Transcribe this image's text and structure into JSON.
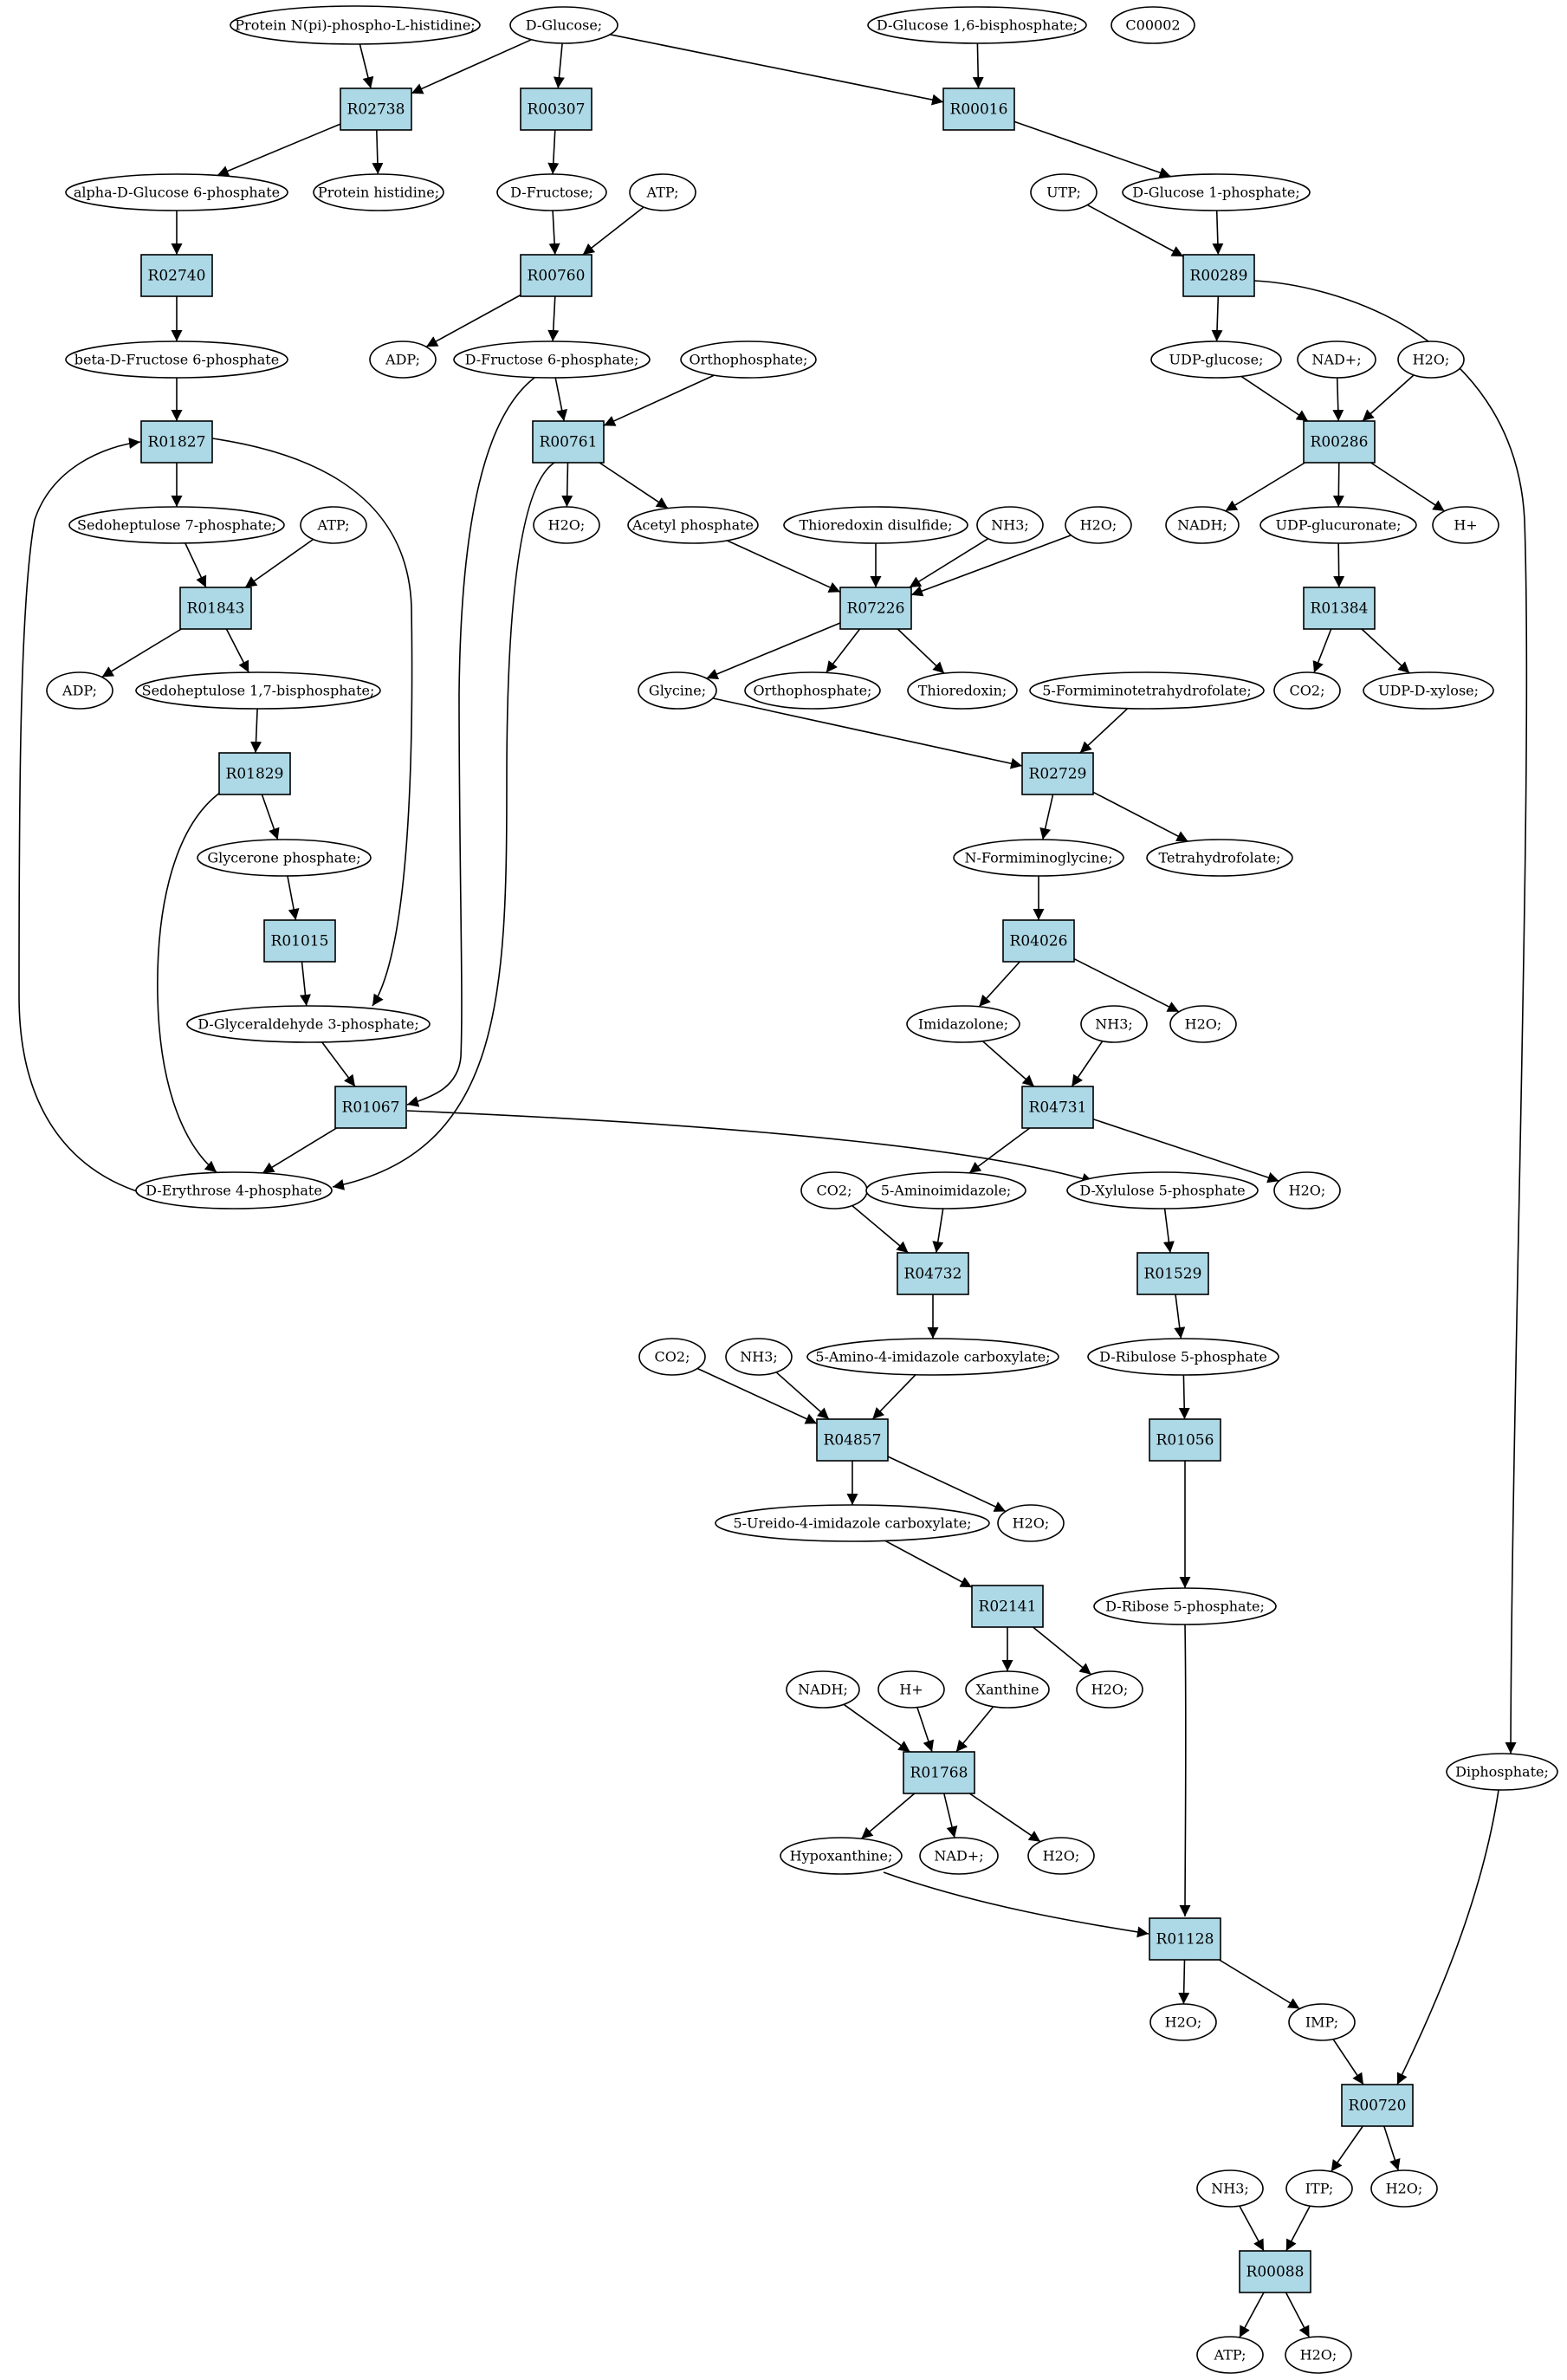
{
  "diagram": {
    "compound_color": "#ffffff",
    "reaction_color": "#add8e6",
    "start_color": "#00ee00",
    "target_color": "#ffff00",
    "compounds": [
      {
        "id": "c_pnph",
        "label": "Protein N(pi)-phospho-L-histidine;"
      },
      {
        "id": "c_glc",
        "label": "D-Glucose;",
        "color": "#00ee00"
      },
      {
        "id": "c_g16bp",
        "label": "D-Glucose 1,6-bisphosphate;"
      },
      {
        "id": "c_c00002",
        "label": "C00002",
        "color": "#ffff00"
      },
      {
        "id": "c_ag6p",
        "label": "alpha-D-Glucose 6-phosphate"
      },
      {
        "id": "c_phis",
        "label": "Protein histidine;"
      },
      {
        "id": "c_fru",
        "label": "D-Fructose;"
      },
      {
        "id": "c_atp1",
        "label": "ATP;"
      },
      {
        "id": "c_utp",
        "label": "UTP;"
      },
      {
        "id": "c_g1p",
        "label": "D-Glucose 1-phosphate;"
      },
      {
        "id": "c_bf6p",
        "label": "beta-D-Fructose 6-phosphate"
      },
      {
        "id": "c_adp1",
        "label": "ADP;"
      },
      {
        "id": "c_f6p",
        "label": "D-Fructose 6-phosphate;"
      },
      {
        "id": "c_pi1",
        "label": "Orthophosphate;"
      },
      {
        "id": "c_udpg",
        "label": "UDP-glucose;"
      },
      {
        "id": "c_nad1",
        "label": "NAD+;"
      },
      {
        "id": "c_h2o1",
        "label": "H2O;"
      },
      {
        "id": "c_s7p",
        "label": "Sedoheptulose 7-phosphate;"
      },
      {
        "id": "c_atp2",
        "label": "ATP;"
      },
      {
        "id": "c_h2o2",
        "label": "H2O;"
      },
      {
        "id": "c_acp",
        "label": "Acetyl phosphate"
      },
      {
        "id": "c_trxss",
        "label": "Thioredoxin disulfide;"
      },
      {
        "id": "c_nh3a",
        "label": "NH3;"
      },
      {
        "id": "c_h2o3",
        "label": "H2O;"
      },
      {
        "id": "c_nadh1",
        "label": "NADH;"
      },
      {
        "id": "c_udpga",
        "label": "UDP-glucuronate;"
      },
      {
        "id": "c_h1",
        "label": "H+"
      },
      {
        "id": "c_adp2",
        "label": "ADP;"
      },
      {
        "id": "c_s17bp",
        "label": "Sedoheptulose 1,7-bisphosphate;"
      },
      {
        "id": "c_gly",
        "label": "Glycine;"
      },
      {
        "id": "c_pi2",
        "label": "Orthophosphate;"
      },
      {
        "id": "c_trx",
        "label": "Thioredoxin;"
      },
      {
        "id": "c_fthf",
        "label": "5-Formiminotetrahydrofolate;"
      },
      {
        "id": "c_co2a",
        "label": "CO2;"
      },
      {
        "id": "c_udpx",
        "label": "UDP-D-xylose;"
      },
      {
        "id": "c_dhap",
        "label": "Glycerone phosphate;"
      },
      {
        "id": "c_fgly",
        "label": "N-Formiminoglycine;"
      },
      {
        "id": "c_thf",
        "label": "Tetrahydrofolate;"
      },
      {
        "id": "c_g3p",
        "label": "D-Glyceraldehyde 3-phosphate;"
      },
      {
        "id": "c_imz",
        "label": "Imidazolone;"
      },
      {
        "id": "c_nh3b",
        "label": "NH3;"
      },
      {
        "id": "c_h2o4",
        "label": "H2O;"
      },
      {
        "id": "c_e4p",
        "label": "D-Erythrose 4-phosphate"
      },
      {
        "id": "c_co2b",
        "label": "CO2;"
      },
      {
        "id": "c_air",
        "label": "5-Aminoimidazole;"
      },
      {
        "id": "c_x5p",
        "label": "D-Xylulose 5-phosphate"
      },
      {
        "id": "c_h2o5",
        "label": "H2O;"
      },
      {
        "id": "c_co2c",
        "label": "CO2;"
      },
      {
        "id": "c_nh3c",
        "label": "NH3;"
      },
      {
        "id": "c_aica",
        "label": "5-Amino-4-imidazole carboxylate;"
      },
      {
        "id": "c_ru5p",
        "label": "D-Ribulose 5-phosphate"
      },
      {
        "id": "c_uica",
        "label": "5-Ureido-4-imidazole carboxylate;"
      },
      {
        "id": "c_h2o6",
        "label": "H2O;"
      },
      {
        "id": "c_r5p",
        "label": "D-Ribose 5-phosphate;"
      },
      {
        "id": "c_nadh2",
        "label": "NADH;"
      },
      {
        "id": "c_h2",
        "label": "H+"
      },
      {
        "id": "c_xan",
        "label": "Xanthine"
      },
      {
        "id": "c_h2o7",
        "label": "H2O;"
      },
      {
        "id": "c_ppi",
        "label": "Diphosphate;"
      },
      {
        "id": "c_hyp",
        "label": "Hypoxanthine;"
      },
      {
        "id": "c_nad2",
        "label": "NAD+;"
      },
      {
        "id": "c_h2o8",
        "label": "H2O;"
      },
      {
        "id": "c_h2o9",
        "label": "H2O;"
      },
      {
        "id": "c_imp",
        "label": "IMP;"
      },
      {
        "id": "c_nh3d",
        "label": "NH3;"
      },
      {
        "id": "c_itp",
        "label": "ITP;"
      },
      {
        "id": "c_h2o10",
        "label": "H2O;"
      },
      {
        "id": "c_atp3",
        "label": "ATP;"
      },
      {
        "id": "c_h2o11",
        "label": "H2O;"
      }
    ],
    "reactions": [
      {
        "id": "r_R02738",
        "label": "R02738"
      },
      {
        "id": "r_R00307",
        "label": "R00307"
      },
      {
        "id": "r_R00016",
        "label": "R00016"
      },
      {
        "id": "r_R02740",
        "label": "R02740"
      },
      {
        "id": "r_R00760",
        "label": "R00760"
      },
      {
        "id": "r_R00289",
        "label": "R00289"
      },
      {
        "id": "r_R01827",
        "label": "R01827"
      },
      {
        "id": "r_R00761",
        "label": "R00761"
      },
      {
        "id": "r_R00286",
        "label": "R00286"
      },
      {
        "id": "r_R01843",
        "label": "R01843"
      },
      {
        "id": "r_R07226",
        "label": "R07226"
      },
      {
        "id": "r_R01384",
        "label": "R01384"
      },
      {
        "id": "r_R01829",
        "label": "R01829"
      },
      {
        "id": "r_R02729",
        "label": "R02729"
      },
      {
        "id": "r_R01015",
        "label": "R01015"
      },
      {
        "id": "r_R04026",
        "label": "R04026"
      },
      {
        "id": "r_R01067",
        "label": "R01067"
      },
      {
        "id": "r_R04731",
        "label": "R04731"
      },
      {
        "id": "r_R04732",
        "label": "R04732"
      },
      {
        "id": "r_R01529",
        "label": "R01529"
      },
      {
        "id": "r_R04857",
        "label": "R04857"
      },
      {
        "id": "r_R01056",
        "label": "R01056"
      },
      {
        "id": "r_R02141",
        "label": "R02141"
      },
      {
        "id": "r_R01768",
        "label": "R01768"
      },
      {
        "id": "r_R01128",
        "label": "R01128"
      },
      {
        "id": "r_R00720",
        "label": "R00720"
      },
      {
        "id": "r_R00088",
        "label": "R00088"
      }
    ],
    "edges": [
      [
        "c_pnph",
        "r_R02738"
      ],
      [
        "c_glc",
        "r_R02738"
      ],
      [
        "c_glc",
        "r_R00307"
      ],
      [
        "c_glc",
        "r_R00016"
      ],
      [
        "c_g16bp",
        "r_R00016"
      ],
      [
        "r_R02738",
        "c_ag6p"
      ],
      [
        "r_R02738",
        "c_phis"
      ],
      [
        "r_R00307",
        "c_fru"
      ],
      [
        "r_R00016",
        "c_g1p"
      ],
      [
        "c_ag6p",
        "r_R02740"
      ],
      [
        "c_fru",
        "r_R00760"
      ],
      [
        "c_atp1",
        "r_R00760"
      ],
      [
        "c_utp",
        "r_R00289"
      ],
      [
        "c_g1p",
        "r_R00289"
      ],
      [
        "r_R02740",
        "c_bf6p"
      ],
      [
        "r_R00760",
        "c_adp1"
      ],
      [
        "r_R00760",
        "c_f6p"
      ],
      [
        "r_R00289",
        "c_udpg"
      ],
      [
        "r_R00289",
        "c_ppi"
      ],
      [
        "c_bf6p",
        "r_R01827"
      ],
      [
        "c_f6p",
        "r_R00761"
      ],
      [
        "c_f6p",
        "r_R01067"
      ],
      [
        "c_pi1",
        "r_R00761"
      ],
      [
        "c_udpg",
        "r_R00286"
      ],
      [
        "c_nad1",
        "r_R00286"
      ],
      [
        "c_h2o1",
        "r_R00286"
      ],
      [
        "r_R01827",
        "c_s7p"
      ],
      [
        "r_R01827",
        "c_g3p"
      ],
      [
        "r_R00761",
        "c_h2o2"
      ],
      [
        "r_R00761",
        "c_acp"
      ],
      [
        "r_R00761",
        "c_e4p"
      ],
      [
        "r_R00286",
        "c_nadh1"
      ],
      [
        "r_R00286",
        "c_udpga"
      ],
      [
        "r_R00286",
        "c_h1"
      ],
      [
        "c_s7p",
        "r_R01843"
      ],
      [
        "c_atp2",
        "r_R01843"
      ],
      [
        "c_acp",
        "r_R07226"
      ],
      [
        "c_trxss",
        "r_R07226"
      ],
      [
        "c_nh3a",
        "r_R07226"
      ],
      [
        "c_h2o3",
        "r_R07226"
      ],
      [
        "c_udpga",
        "r_R01384"
      ],
      [
        "r_R01843",
        "c_adp2"
      ],
      [
        "r_R01843",
        "c_s17bp"
      ],
      [
        "r_R07226",
        "c_gly"
      ],
      [
        "r_R07226",
        "c_pi2"
      ],
      [
        "r_R07226",
        "c_trx"
      ],
      [
        "r_R01384",
        "c_co2a"
      ],
      [
        "r_R01384",
        "c_udpx"
      ],
      [
        "c_s17bp",
        "r_R01829"
      ],
      [
        "c_gly",
        "r_R02729"
      ],
      [
        "c_fthf",
        "r_R02729"
      ],
      [
        "r_R01829",
        "c_dhap"
      ],
      [
        "r_R01829",
        "c_e4p"
      ],
      [
        "r_R02729",
        "c_fgly"
      ],
      [
        "r_R02729",
        "c_thf"
      ],
      [
        "c_dhap",
        "r_R01015"
      ],
      [
        "c_fgly",
        "r_R04026"
      ],
      [
        "r_R01015",
        "c_g3p"
      ],
      [
        "r_R04026",
        "c_imz"
      ],
      [
        "r_R04026",
        "c_h2o4"
      ],
      [
        "c_g3p",
        "r_R01067"
      ],
      [
        "c_imz",
        "r_R04731"
      ],
      [
        "c_nh3b",
        "r_R04731"
      ],
      [
        "r_R01067",
        "c_e4p"
      ],
      [
        "r_R01067",
        "c_x5p"
      ],
      [
        "r_R04731",
        "c_air"
      ],
      [
        "r_R04731",
        "c_h2o5"
      ],
      [
        "c_e4p",
        "r_R01827"
      ],
      [
        "c_co2b",
        "r_R04732"
      ],
      [
        "c_air",
        "r_R04732"
      ],
      [
        "c_x5p",
        "r_R01529"
      ],
      [
        "r_R04732",
        "c_aica"
      ],
      [
        "r_R01529",
        "c_ru5p"
      ],
      [
        "c_co2c",
        "r_R04857"
      ],
      [
        "c_nh3c",
        "r_R04857"
      ],
      [
        "c_aica",
        "r_R04857"
      ],
      [
        "c_ru5p",
        "r_R01056"
      ],
      [
        "r_R04857",
        "c_uica"
      ],
      [
        "r_R04857",
        "c_h2o6"
      ],
      [
        "r_R01056",
        "c_r5p"
      ],
      [
        "c_uica",
        "r_R02141"
      ],
      [
        "r_R02141",
        "c_xan"
      ],
      [
        "r_R02141",
        "c_h2o7"
      ],
      [
        "c_nadh2",
        "r_R01768"
      ],
      [
        "c_h2",
        "r_R01768"
      ],
      [
        "c_xan",
        "r_R01768"
      ],
      [
        "r_R01768",
        "c_hyp"
      ],
      [
        "r_R01768",
        "c_nad2"
      ],
      [
        "r_R01768",
        "c_h2o8"
      ],
      [
        "c_hyp",
        "r_R01128"
      ],
      [
        "c_r5p",
        "r_R01128"
      ],
      [
        "r_R01128",
        "c_h2o9"
      ],
      [
        "r_R01128",
        "c_imp"
      ],
      [
        "c_imp",
        "r_R00720"
      ],
      [
        "c_ppi",
        "r_R00720"
      ],
      [
        "r_R00720",
        "c_itp"
      ],
      [
        "r_R00720",
        "c_h2o10"
      ],
      [
        "c_nh3d",
        "r_R00088"
      ],
      [
        "c_itp",
        "r_R00088"
      ],
      [
        "r_R00088",
        "c_atp3"
      ],
      [
        "r_R00088",
        "c_h2o11"
      ]
    ]
  }
}
